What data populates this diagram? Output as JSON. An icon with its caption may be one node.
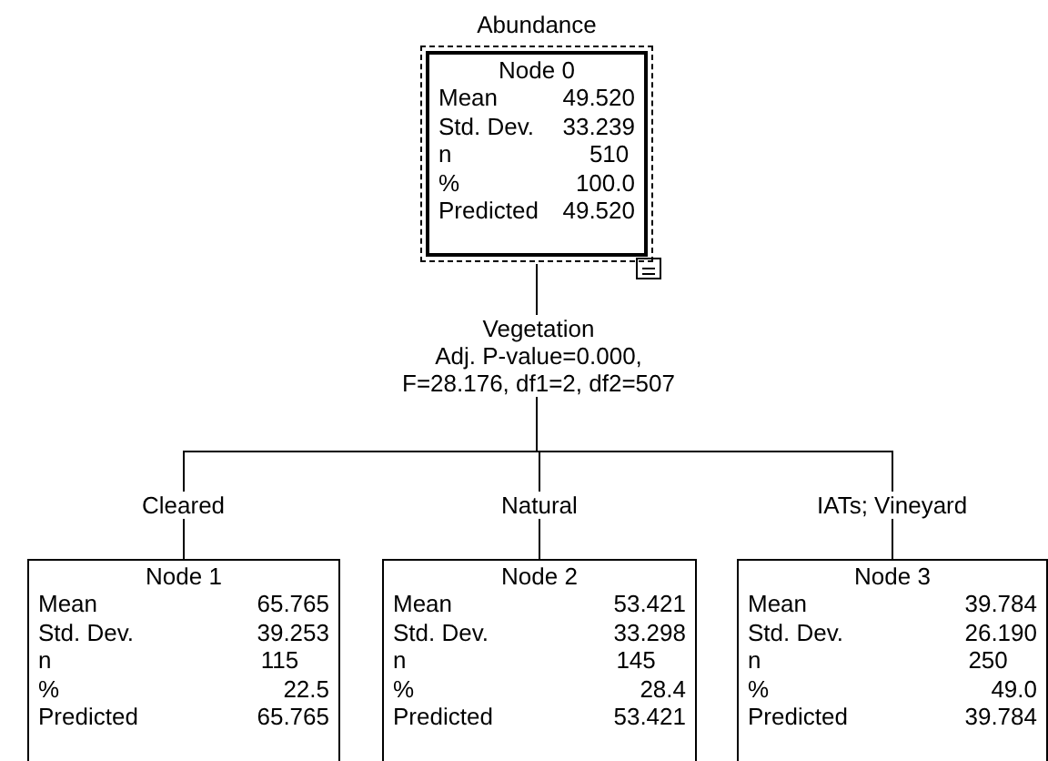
{
  "diagram": {
    "nodes": [
      {
        "text": [
          "Node 0",
          "Mean",
          "49.520",
          "Std. Dev.",
          "33.239",
          "n",
          "510",
          "%",
          "100.0",
          "Predicted",
          "49.520"
        ],
        "beside": [
          "Abundance"
        ]
      },
      {
        "text": [
          "Node 1",
          "Mean",
          "65.765",
          "Std. Dev.",
          "39.253",
          "n",
          "115",
          "%",
          "22.5",
          "Predicted",
          "65.765"
        ]
      },
      {
        "text": [
          "Node 2",
          "Mean",
          "53.421",
          "Std. Dev.",
          "33.298",
          "n",
          "145",
          "%",
          "28.4",
          "Predicted",
          "53.421"
        ]
      },
      {
        "text": [
          "Node 3",
          "Mean",
          "39.784",
          "Std. Dev.",
          "26.190",
          "n",
          "250",
          "%",
          "49.0",
          "Predicted",
          "39.784"
        ]
      }
    ],
    "edges": [
      {
        "from": 0,
        "to": 1,
        "arrow": "none",
        "label": "Cleared"
      },
      {
        "from": 0,
        "to": 2,
        "arrow": "none",
        "label": "Natural"
      },
      {
        "from": 0,
        "to": 3,
        "arrow": "none",
        "label": "IATs; Vineyard"
      }
    ],
    "labels": [
      "Vegetation",
      "Adj. P-value=0.000, F=28.176, df1=2, df2=507"
    ]
  }
}
